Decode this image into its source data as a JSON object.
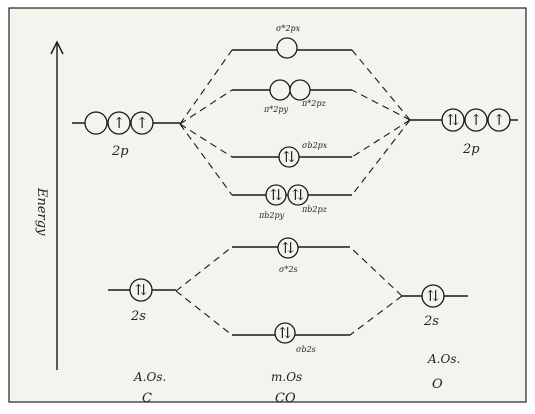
{
  "axis": {
    "label": "Energy"
  },
  "left": {
    "p_label": "2p",
    "s_label": "2s",
    "footer_top": "A.Os.",
    "footer_bottom": "C"
  },
  "right": {
    "p_label": "2p",
    "s_label": "2s",
    "footer_top": "A.Os.",
    "footer_bottom": "O"
  },
  "center": {
    "footer_top": "m.Os",
    "footer_bottom": "CO",
    "sigma_star_2p": "σ*2px",
    "pi_star_y": "π*2py",
    "pi_star_z": "π*2pz",
    "sigma_2p": "σb2px",
    "pi_y": "πb2py",
    "pi_z": "πb2pz",
    "sigma_star_2s": "σ*2s",
    "sigma_2s": "σb2s"
  },
  "electrons": {
    "up": "↑",
    "pair": "⇅"
  },
  "colors": {
    "ink": "#1a1a1a",
    "paper": "#f4f3ee",
    "border": "#222222"
  }
}
